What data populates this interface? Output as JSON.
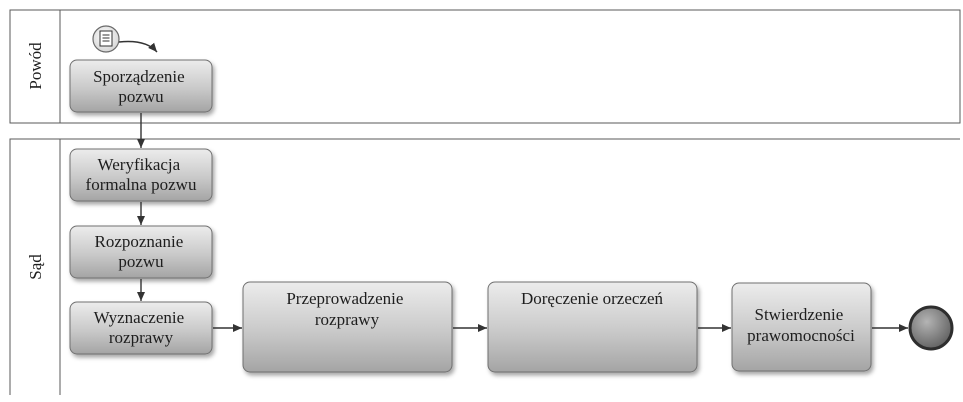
{
  "pool": {
    "lanes": [
      {
        "id": "powod",
        "label": "Powód"
      },
      {
        "id": "sad",
        "label": "Sąd"
      }
    ]
  },
  "tasks": [
    {
      "id": "sporzadzenie-pozwu",
      "lines": [
        "Sporządzenie",
        "pozwu"
      ]
    },
    {
      "id": "weryfikacja-formalna-pozwu",
      "lines": [
        "Weryfikacja",
        "formalna pozwu"
      ]
    },
    {
      "id": "rozpoznanie-pozwu",
      "lines": [
        "Rozpoznanie",
        "pozwu"
      ]
    },
    {
      "id": "wyznaczenie-rozprawy",
      "lines": [
        "Wyznaczenie",
        "rozprawy"
      ]
    },
    {
      "id": "przeprowadzenie-rozprawy",
      "lines": [
        "Przeprowadzenie",
        "rozprawy"
      ]
    },
    {
      "id": "doreczenie-orzeczen",
      "lines": [
        "Doręczenie orzeczeń"
      ]
    },
    {
      "id": "stwierdzenie-prawomocnosci",
      "lines": [
        "Stwierdzenie",
        "prawomocności"
      ]
    }
  ],
  "events": {
    "start": {
      "type": "message-start",
      "icon": "document-icon"
    },
    "end": {
      "type": "end"
    }
  },
  "colors": {
    "lane_border": "#5a5a5a",
    "task_fill_light": "#e4e4e4",
    "task_fill_dark": "#a9a9a9",
    "task_border": "#707070",
    "arrow": "#333333",
    "end_event": "#7a7a7a"
  }
}
